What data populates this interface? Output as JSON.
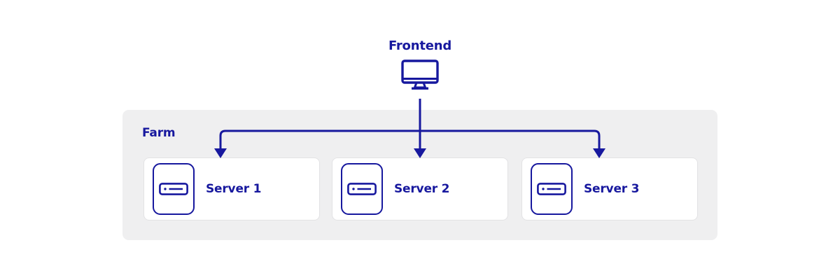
{
  "diagram": {
    "title_visible": false,
    "background_color": "#ffffff",
    "accent_color": "#17189e",
    "container_fill": "#efeff0",
    "card_fill": "#ffffff",
    "card_border_color": "#e2e2e4"
  },
  "frontend": {
    "label": "Frontend",
    "icon": "desktop-monitor-icon"
  },
  "farm": {
    "label": "Farm",
    "servers": [
      {
        "label": "Server 1",
        "icon": "server-unit-icon"
      },
      {
        "label": "Server 2",
        "icon": "server-unit-icon"
      },
      {
        "label": "Server 3",
        "icon": "server-unit-icon"
      }
    ]
  },
  "connections": [
    {
      "from": "Frontend",
      "to": "Server 1",
      "style": "arrow"
    },
    {
      "from": "Frontend",
      "to": "Server 2",
      "style": "arrow"
    },
    {
      "from": "Frontend",
      "to": "Server 3",
      "style": "arrow"
    }
  ]
}
